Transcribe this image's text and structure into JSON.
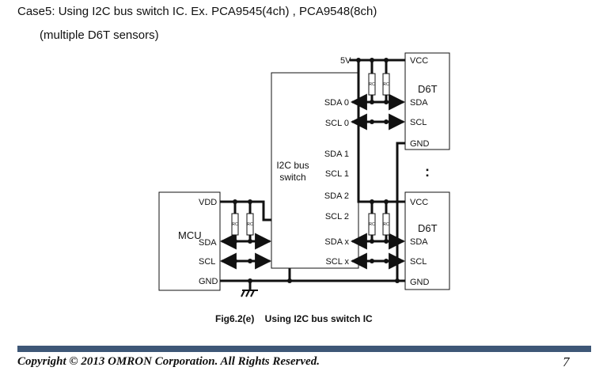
{
  "header": {
    "title": "Case5: Using I2C bus switch IC.   Ex. PCA9545(4ch) , PCA9548(8ch)",
    "subtitle": "(multiple D6T sensors)"
  },
  "diagram": {
    "switch_label_line1": "I2C bus",
    "switch_label_line2": "switch",
    "supply_label": "5V",
    "switch_pins": [
      "SDA 0",
      "SCL 0",
      "SDA 1",
      "SCL 1",
      "SDA 2",
      "SCL 2",
      "SDA x",
      "SCL x"
    ],
    "d6t_top": {
      "name": "D6T",
      "pins": [
        "VCC",
        "SDA",
        "SCL",
        "GND"
      ]
    },
    "d6t_bottom": {
      "name": "D6T",
      "pins": [
        "VCC",
        "SDA",
        "SCL",
        "GND"
      ]
    },
    "ellipsis": ":",
    "mcu": {
      "name": "MCU",
      "pins": [
        "VDD",
        "SDA",
        "SCL",
        "GND"
      ]
    },
    "resistor_label": "RC",
    "caption": "Fig6.2(e)    Using I2C bus switch IC"
  },
  "footer": {
    "copyright": "Copyright © 2013 OMRON Corporation. All Rights Reserved.",
    "page_number": "7"
  },
  "colors": {
    "footer_bar": "#3e5777",
    "line": "#111111"
  }
}
